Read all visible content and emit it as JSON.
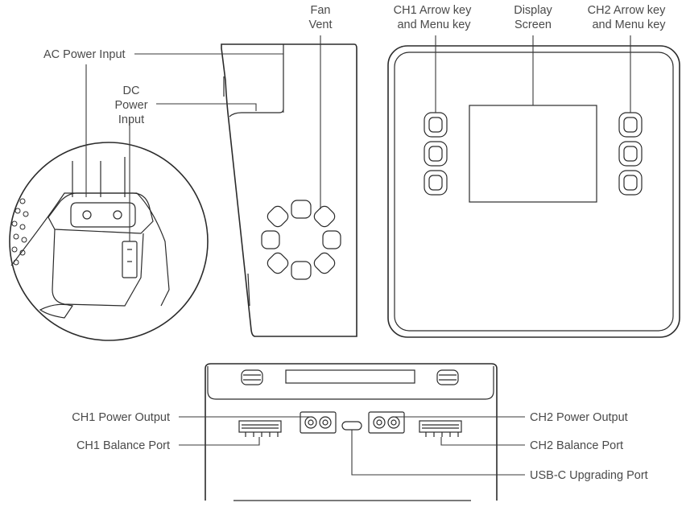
{
  "labels": {
    "ac_power_input": "AC Power Input",
    "dc_power_input": [
      "DC",
      "Power",
      "Input"
    ],
    "fan_vent": [
      "Fan",
      "Vent"
    ],
    "ch1_arrow_menu_key": [
      "CH1 Arrow key",
      "and Menu key"
    ],
    "display_screen": [
      "Display",
      "Screen"
    ],
    "ch2_arrow_menu_key": [
      "CH2 Arrow key",
      "and Menu key"
    ],
    "ch1_power_output": "CH1 Power Output",
    "ch1_balance_port": "CH1 Balance Port",
    "ch2_power_output": "CH2 Power Output",
    "ch2_balance_port": "CH2 Balance Port",
    "usbc_upgrading_port": "USB-C Upgrading Port"
  }
}
